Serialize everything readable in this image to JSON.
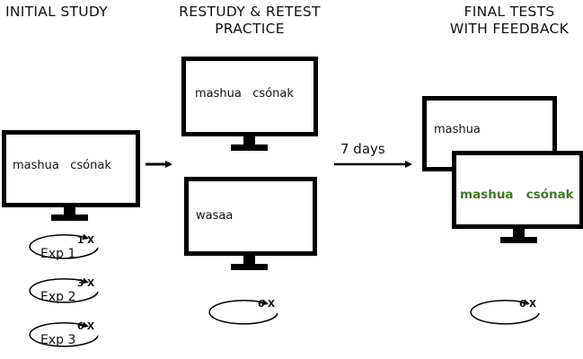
{
  "phases": {
    "initial": {
      "heading": "INITIAL STUDY",
      "screen_text": "mashua   csónak",
      "experiments": [
        {
          "label": "Exp 1",
          "count": "1 X"
        },
        {
          "label": "Exp 2",
          "count": "3 X"
        },
        {
          "label": "Exp 3",
          "count": "6 X"
        }
      ]
    },
    "practice": {
      "heading_line1": "RESTUDY & RETEST",
      "heading_line2": "PRACTICE",
      "restudy_text": "mashua   csónak",
      "retest_text": "wasaa",
      "count": "6 X"
    },
    "final": {
      "heading_line1": "FINAL TESTS",
      "heading_line2": "WITH FEEDBACK",
      "test_text": "mashua",
      "feedback_text": "mashua   csónak",
      "count": "6 X"
    }
  },
  "delay_label": "7 days",
  "colors": {
    "feedback": "#3d7a1f",
    "ink": "#000000"
  }
}
